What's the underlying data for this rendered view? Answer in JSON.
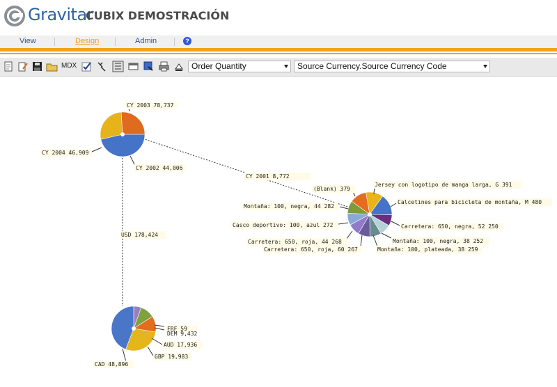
{
  "header": {
    "logo_text": "Gravitar",
    "app_title": "CUBIX DEMOSTRACIÓN"
  },
  "nav": {
    "tabs": [
      "View",
      "Design",
      "Admin"
    ],
    "active": "Design",
    "help_icon": "help-icon"
  },
  "toolbar": {
    "mdx_label": "MDX",
    "measure_select": "Order Quantity",
    "dimension_select": "Source Currency.Source Currency Code",
    "icons": [
      "new-icon",
      "edit-icon",
      "save-icon",
      "open-folder-icon",
      "check-icon",
      "pin-icon",
      "grid-icon",
      "window-icon",
      "export-icon",
      "print-icon",
      "eject-icon"
    ]
  },
  "graph": {
    "node_years": [
      {
        "label": "CY 2003 78,737",
        "value": 78737,
        "color": "#4473c8"
      },
      {
        "label": "CY 2004 46,909",
        "value": 46909,
        "color": "#e6b31b"
      },
      {
        "label": "CY 2002 44,006",
        "value": 44006,
        "color": "#e06a1e"
      }
    ],
    "node_products": [
      {
        "label": "Jersey con logotipo de manga larga, G 391",
        "value": 391,
        "color": "#e8b418"
      },
      {
        "label": "Calcetines para bicicleta de montaña, M 480",
        "value": 480,
        "color": "#4573c7"
      },
      {
        "label": "Carretera: 650, negra, 52 250",
        "value": 250,
        "color": "#6b2d7e"
      },
      {
        "label": "Montaña: 100, negra, 38 252",
        "value": 252,
        "color": "#b3d3d8"
      },
      {
        "label": "Montaña: 100, plateada, 38 259",
        "value": 259,
        "color": "#6a8b8f"
      },
      {
        "label": "Carretera: 650, roja, 60 267",
        "value": 267,
        "color": "#6a5c9a"
      },
      {
        "label": "Carretera: 650, roja, 44 268",
        "value": 268,
        "color": "#8f7bc8"
      },
      {
        "label": "Casco deportivo: 100, azul 272",
        "value": 272,
        "color": "#8aa9d6"
      },
      {
        "label": "Montaña: 100, negra, 44 282",
        "value": 282,
        "color": "#7e9a3c"
      },
      {
        "label": "(Blank) 379",
        "value": 379,
        "color": "#e36c1f"
      }
    ],
    "node_currency": [
      {
        "label": "FRF 59",
        "value": 59,
        "color": "#b0c4e4"
      },
      {
        "label": "DEM 9,432",
        "value": 9432,
        "color": "#9b7ec0"
      },
      {
        "label": "AUD 17,936",
        "value": 17936,
        "color": "#7ea23e"
      },
      {
        "label": "GBP 19,983",
        "value": 19983,
        "color": "#e36c1f"
      },
      {
        "label": "CAD 48,896",
        "value": 48896,
        "color": "#e4b51c"
      },
      {
        "label": "",
        "value": 76118,
        "color": "#4a76c8"
      }
    ],
    "edges": [
      {
        "label": "CY 2001 8,772"
      },
      {
        "label": "USD 178,424"
      }
    ]
  }
}
